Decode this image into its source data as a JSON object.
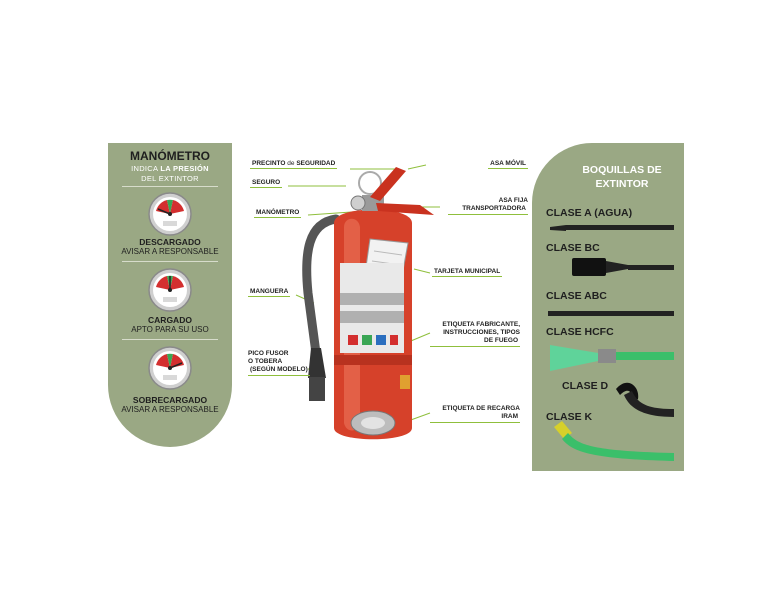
{
  "manometro": {
    "title": "MANÓMETRO",
    "subtitle_pre": "INDICA ",
    "subtitle_bold": "LA PRESIÓN",
    "subtitle_post": "DEL EXTINTOR",
    "states": [
      {
        "title": "DESCARGADO",
        "caption": "AVISAR A RESPONSABLE",
        "needle": "left"
      },
      {
        "title": "CARGADO",
        "caption": "APTO PARA SU USO",
        "needle": "center"
      },
      {
        "title": "SOBRECARGADO",
        "caption": "AVISAR A RESPONSABLE",
        "needle": "right"
      }
    ]
  },
  "extintor": {
    "labels": {
      "precinto_a": "PRECINTO",
      "precinto_b": " de ",
      "precinto_c": "SEGURIDAD",
      "seguro": "SEGURO",
      "manometro": "MANÓMETRO",
      "manguera": "MANGUERA",
      "pico_1": "PICO FUSOR",
      "pico_2": "O TOBERA",
      "pico_3": "(SEGÚN MODELO)",
      "asa_movil": "ASA MÓVIL",
      "asa_fija_1": "ASA FIJA",
      "asa_fija_2": "TRANSPORTADORA",
      "tarjeta": "TARJETA MUNICIPAL",
      "etiqueta_1": "ETIQUETA FABRICANTE,",
      "etiqueta_2": "INSTRUCCIONES, TIPOS",
      "etiqueta_3": "DE FUEGO",
      "recarga_1": "ETIQUETA DE RECARGA",
      "recarga_2": "IRAM"
    }
  },
  "boquillas": {
    "title_1": "BOQUILLAS DE",
    "title_2": "EXTINTOR",
    "classes": [
      "CLASE A (AGUA)",
      "CLASE BC",
      "CLASE ABC",
      "CLASE HCFC",
      "CLASE D",
      "CLASE K"
    ]
  },
  "colors": {
    "panel": "#9aa884",
    "extinguisher_red": "#d6412a",
    "nozzle_green": "#3bbf6a",
    "accent_line": "#8fbf3c",
    "gauge_red": "#d32f2f",
    "gauge_green": "#3aa655"
  },
  "icons": [
    "gauge-icon",
    "fire-extinguisher-icon",
    "nozzle-icon"
  ]
}
